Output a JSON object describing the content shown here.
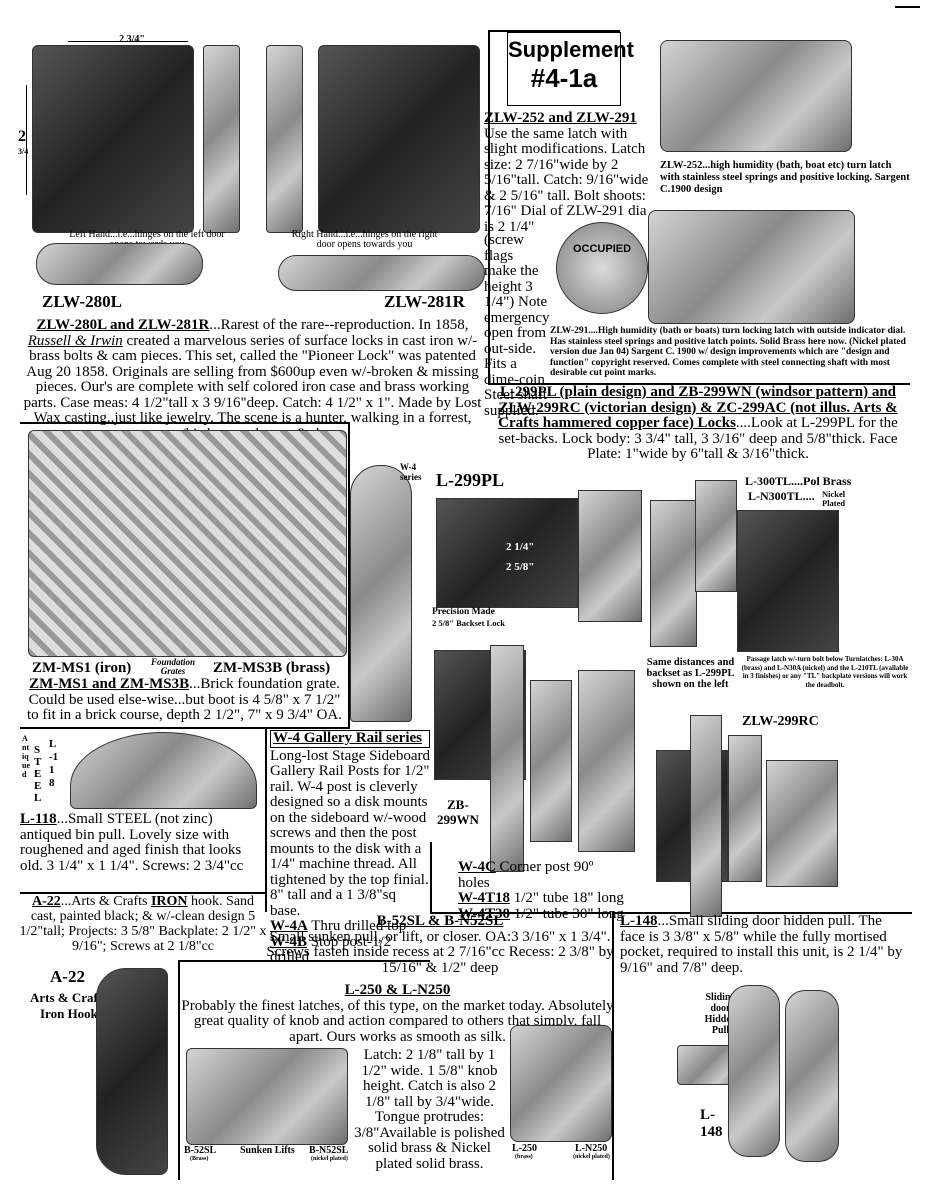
{
  "supplement": {
    "line1": "Supplement",
    "line2": "#4-1a"
  },
  "zlw280": {
    "dim_top": "2 3/4\"",
    "dim_side_a": "2",
    "dim_side_b": "3/4",
    "left_caption": "Left Hand...i.e...hinges on the left door opens towards you",
    "right_caption": "Right Hand...i.e...hinges on the right door opens towards you",
    "label_left": "ZLW-280L",
    "label_right": "ZLW-281R",
    "desc_head": "ZLW-280L and ZLW-281R",
    "desc_a": "...Rarest of the rare--reproduction. In 1858, ",
    "desc_italic": "Russell & Irwin",
    "desc_b": " created a marvelous series of surface locks in cast iron w/-brass bolts & cam pieces. This set, called the \"Pioneer Lock\" was patented Aug 20 1858. Originals are selling from $600up even w/-broken & missing pieces. Our's are complete with self colored iron case and brass working parts. Case meas: 4 1/2\"tall x 3 9/16\"deep. Catch: 4 1/2\" x 1\". Made by Lost Wax casting..just like jewelry. The scene is a hunter, walking in a forrest, w/his knapsack, gun & dog"
  },
  "zlw252": {
    "head": "ZLW-252 and ZLW-291",
    "text1": "Use the same latch with slight modifications. Latch size: 2 7/16\"wide by 2 5/16\"tall. Catch: 9/16\"wide & 2 5/16\" tall. Bolt shoots: 7/16\" Dial of ZLW-291 dia is 2 1/4\"",
    "text2": "(screw flags make the height 3 1/4\") Note emergency open from out-side. Fits a dime-coin Steel shaft supplied.",
    "occupied": "OCCUPIED",
    "cap252": "ZLW-252...high humidity (bath, boat etc) turn latch with stainless steel springs and positive locking. Sargent C.1900 design",
    "cap291": "ZLW-291....High humidity (bath or boats) turn locking latch with outside indicator dial. Has stainless steel springs and positive latch points. Solid Brass here now. (Nickel plated version due Jan 04) Sargent C. 1900 w/ design improvements which are \"design and function\" copyright reserved. Comes complete with steel connecting shaft with most desirable cut point marks."
  },
  "l299": {
    "head": "L-299PL (plain design) and ZB-299WN (windsor pattern) and ZLW-299RC (victorian design) & ZC-299AC (not illus. Arts & Crafts hammered copper face) Locks",
    "text": "....Look at L-299PL for the set-backs. Lock body: 3 3/4\" tall, 3 3/16\" deep and 5/8\"thick. Face Plate: 1\"wide by 6\"tall & 3/16\"thick.",
    "label_pl": "L-299PL",
    "dim_a": "2 1/4\"",
    "dim_b": "2 5/8\"",
    "precision": "Precision Made",
    "backset": "2 5/8\" Backset Lock",
    "l300": "L-300TL....Pol Brass",
    "ln300a": "L-N300TL....",
    "ln300b": "Nickel Plated",
    "same_dist": "Same distances and backset as L-299PL shown on the left",
    "passage": "Passage latch w/-turn bolt below Turnlatches: L-30A (brass) and L-N30A (nickel) and the L-210TL (available in 3 finishes) or any \"TL\" backplate versions will work the deadbolt.",
    "zb_a": "ZB-",
    "zb_b": "299WN",
    "zlw299rc": "ZLW-299RC"
  },
  "zm": {
    "label_iron": "ZM-MS1 (iron)",
    "found_a": "Foundation",
    "found_b": "Grates",
    "label_brass": "ZM-MS3B (brass)",
    "desc_head": "ZM-MS1 and ZM-MS3B",
    "desc": "...Brick foundation grate. Could be used else-wise...but boot is 4 5/8\" x 7 1/2\" to fit in a brick course, depth 2 1/2\", 7\" x 9 3/4\" OA."
  },
  "w4": {
    "tag_a": "W-4",
    "tag_b": "series",
    "head": "W-4 Gallery Rail series",
    "text": "Long-lost Stage Sideboard Gallery Rail Posts for 1/2\" rail. W-4 post is cleverly designed so a disk mounts on the sideboard w/-wood screws and then the post mounts to the disk with a 1/4\" machine thread. All tightened by the top finial. 8\" tall and a 1 3/8\"sq base.",
    "items": [
      {
        "code": "W-4A",
        "text": "Thru drilled top"
      },
      {
        "code": "W-4B",
        "text": "Stop post-1/2 drilled"
      }
    ],
    "corner": [
      {
        "code": "W-4C",
        "text": "Corner post 90º holes"
      },
      {
        "code": "W-4T18",
        "text": "1/2\" tube 18\" long"
      },
      {
        "code": "W-4T30",
        "text": "1/2\" tube 30\" long"
      }
    ]
  },
  "l118": {
    "vert1": "Antiqued",
    "vert2": "STEEL",
    "vert3": "L-118",
    "head": "L-118",
    "text": "...Small STEEL (not zinc) antiqued bin pull. Lovely size with roughened and aged finish that looks old. 3 1/4\" x 1 1/4\". Screws: 2 3/4\"cc"
  },
  "a22": {
    "head": "A-22",
    "text_a": "...Arts & Crafts ",
    "text_u": "IRON",
    "text_b": " hook. Sand cast, painted black; & w/-clean design 5 1/2\"tall; Projects: 3 5/8\" Backplate: 2 1/2\" x 9/16\"; Screws at 2 1/8\"cc",
    "label1": "A-22",
    "label2": "Arts & Crafts",
    "label3": "Iron Hook"
  },
  "b52": {
    "head": "B-52SL & B-N52SL",
    "text": "Small sunken pull, or lift, or closer. OA:3 3/16\" x 1 3/4\". Screws fasten inside recess at 2 7/16\"cc Recess: 2 3/8\" by 15/16\" & 1/2\" deep",
    "lab1": "B-52SL",
    "lab1s": "(Brass)",
    "lab_mid": "Sunken Lifts",
    "lab2": "B-N52SL",
    "lab2s": "(nickel plated)"
  },
  "l250": {
    "head": "L-250 & L-N250",
    "text1": "Probably the finest latches, of this type, on the market today. Absolutely great quality of knob and action compared to others that simply, fall apart. Ours works as smooth as silk.",
    "text2": "Latch: 2 1/8\" tall by 1 1/2\" wide. 1 5/8\" knob height. Catch is also 2 1/8\" tall by 3/4\"wide. Tongue protrudes: 3/8\"Available is polished solid brass & Nickel plated solid brass.",
    "lab1": "L-250",
    "lab1s": "(brass)",
    "lab2": "L-N250",
    "lab2s": "(nickel plated)"
  },
  "l148": {
    "head": "L-148",
    "text": "...Small sliding door hidden pull. The face is 3 3/8\" x 5/8\" while the fully mortised pocket, required to install this unit, is 2 1/4\" by 9/16\" and 7/8\" deep.",
    "side1": "Sliding",
    "side2": "door",
    "side3": "Hidden",
    "side4": "Pull",
    "lab_a": "L-",
    "lab_b": "148"
  }
}
